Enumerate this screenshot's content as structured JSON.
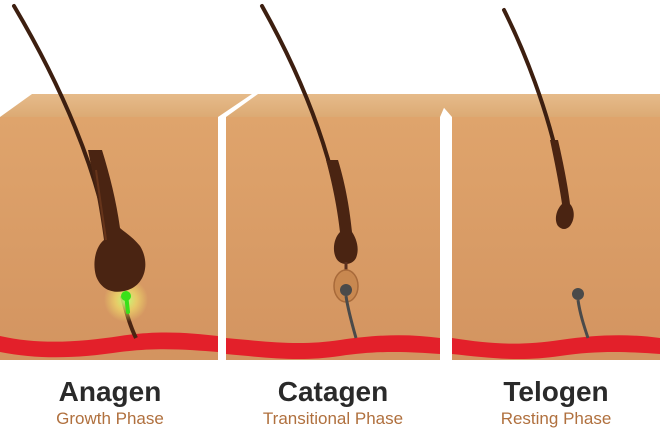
{
  "phases": [
    {
      "name": "Anagen",
      "subtitle": "Growth Phase"
    },
    {
      "name": "Catagen",
      "subtitle": "Transitional Phase"
    },
    {
      "name": "Telogen",
      "subtitle": "Resting Phase"
    }
  ],
  "colors": {
    "skin_top": "#e2b482",
    "skin_front": "#d99b63",
    "skin_deep": "#c88a55",
    "hair": "#3d1f10",
    "hair_bulb": "#4a2412",
    "blood_vessel": "#e3202a",
    "growth_glow": "#39e019",
    "title_text": "#2a2a2a",
    "subtitle_text": "#b0703e"
  }
}
